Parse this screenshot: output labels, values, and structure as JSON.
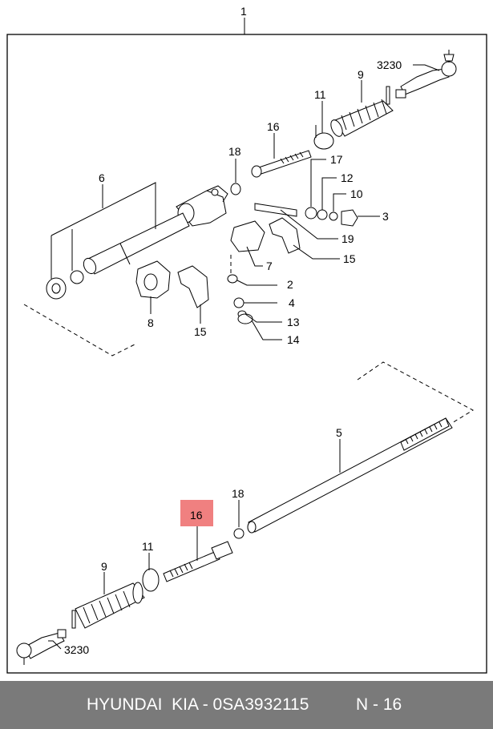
{
  "diagram": {
    "assembly_label": "1",
    "callouts": {
      "c1": "3230",
      "c2": "9",
      "c3": "11",
      "c4": "16",
      "c5": "18",
      "c6": "17",
      "c7": "12",
      "c8": "10",
      "c9": "3",
      "c10": "6",
      "c11": "19",
      "c12": "7",
      "c13": "15",
      "c14": "2",
      "c15": "4",
      "c16": "13",
      "c17": "14",
      "c18": "8",
      "c19": "15",
      "c20": "5",
      "c21": "18",
      "c22": "16",
      "c23": "11",
      "c24": "9",
      "c25": "3230"
    },
    "highlight_color": "#f08080"
  },
  "footer": {
    "title": "HYUNDAI  KIA - 0SA3932115",
    "page": "N - 16"
  }
}
